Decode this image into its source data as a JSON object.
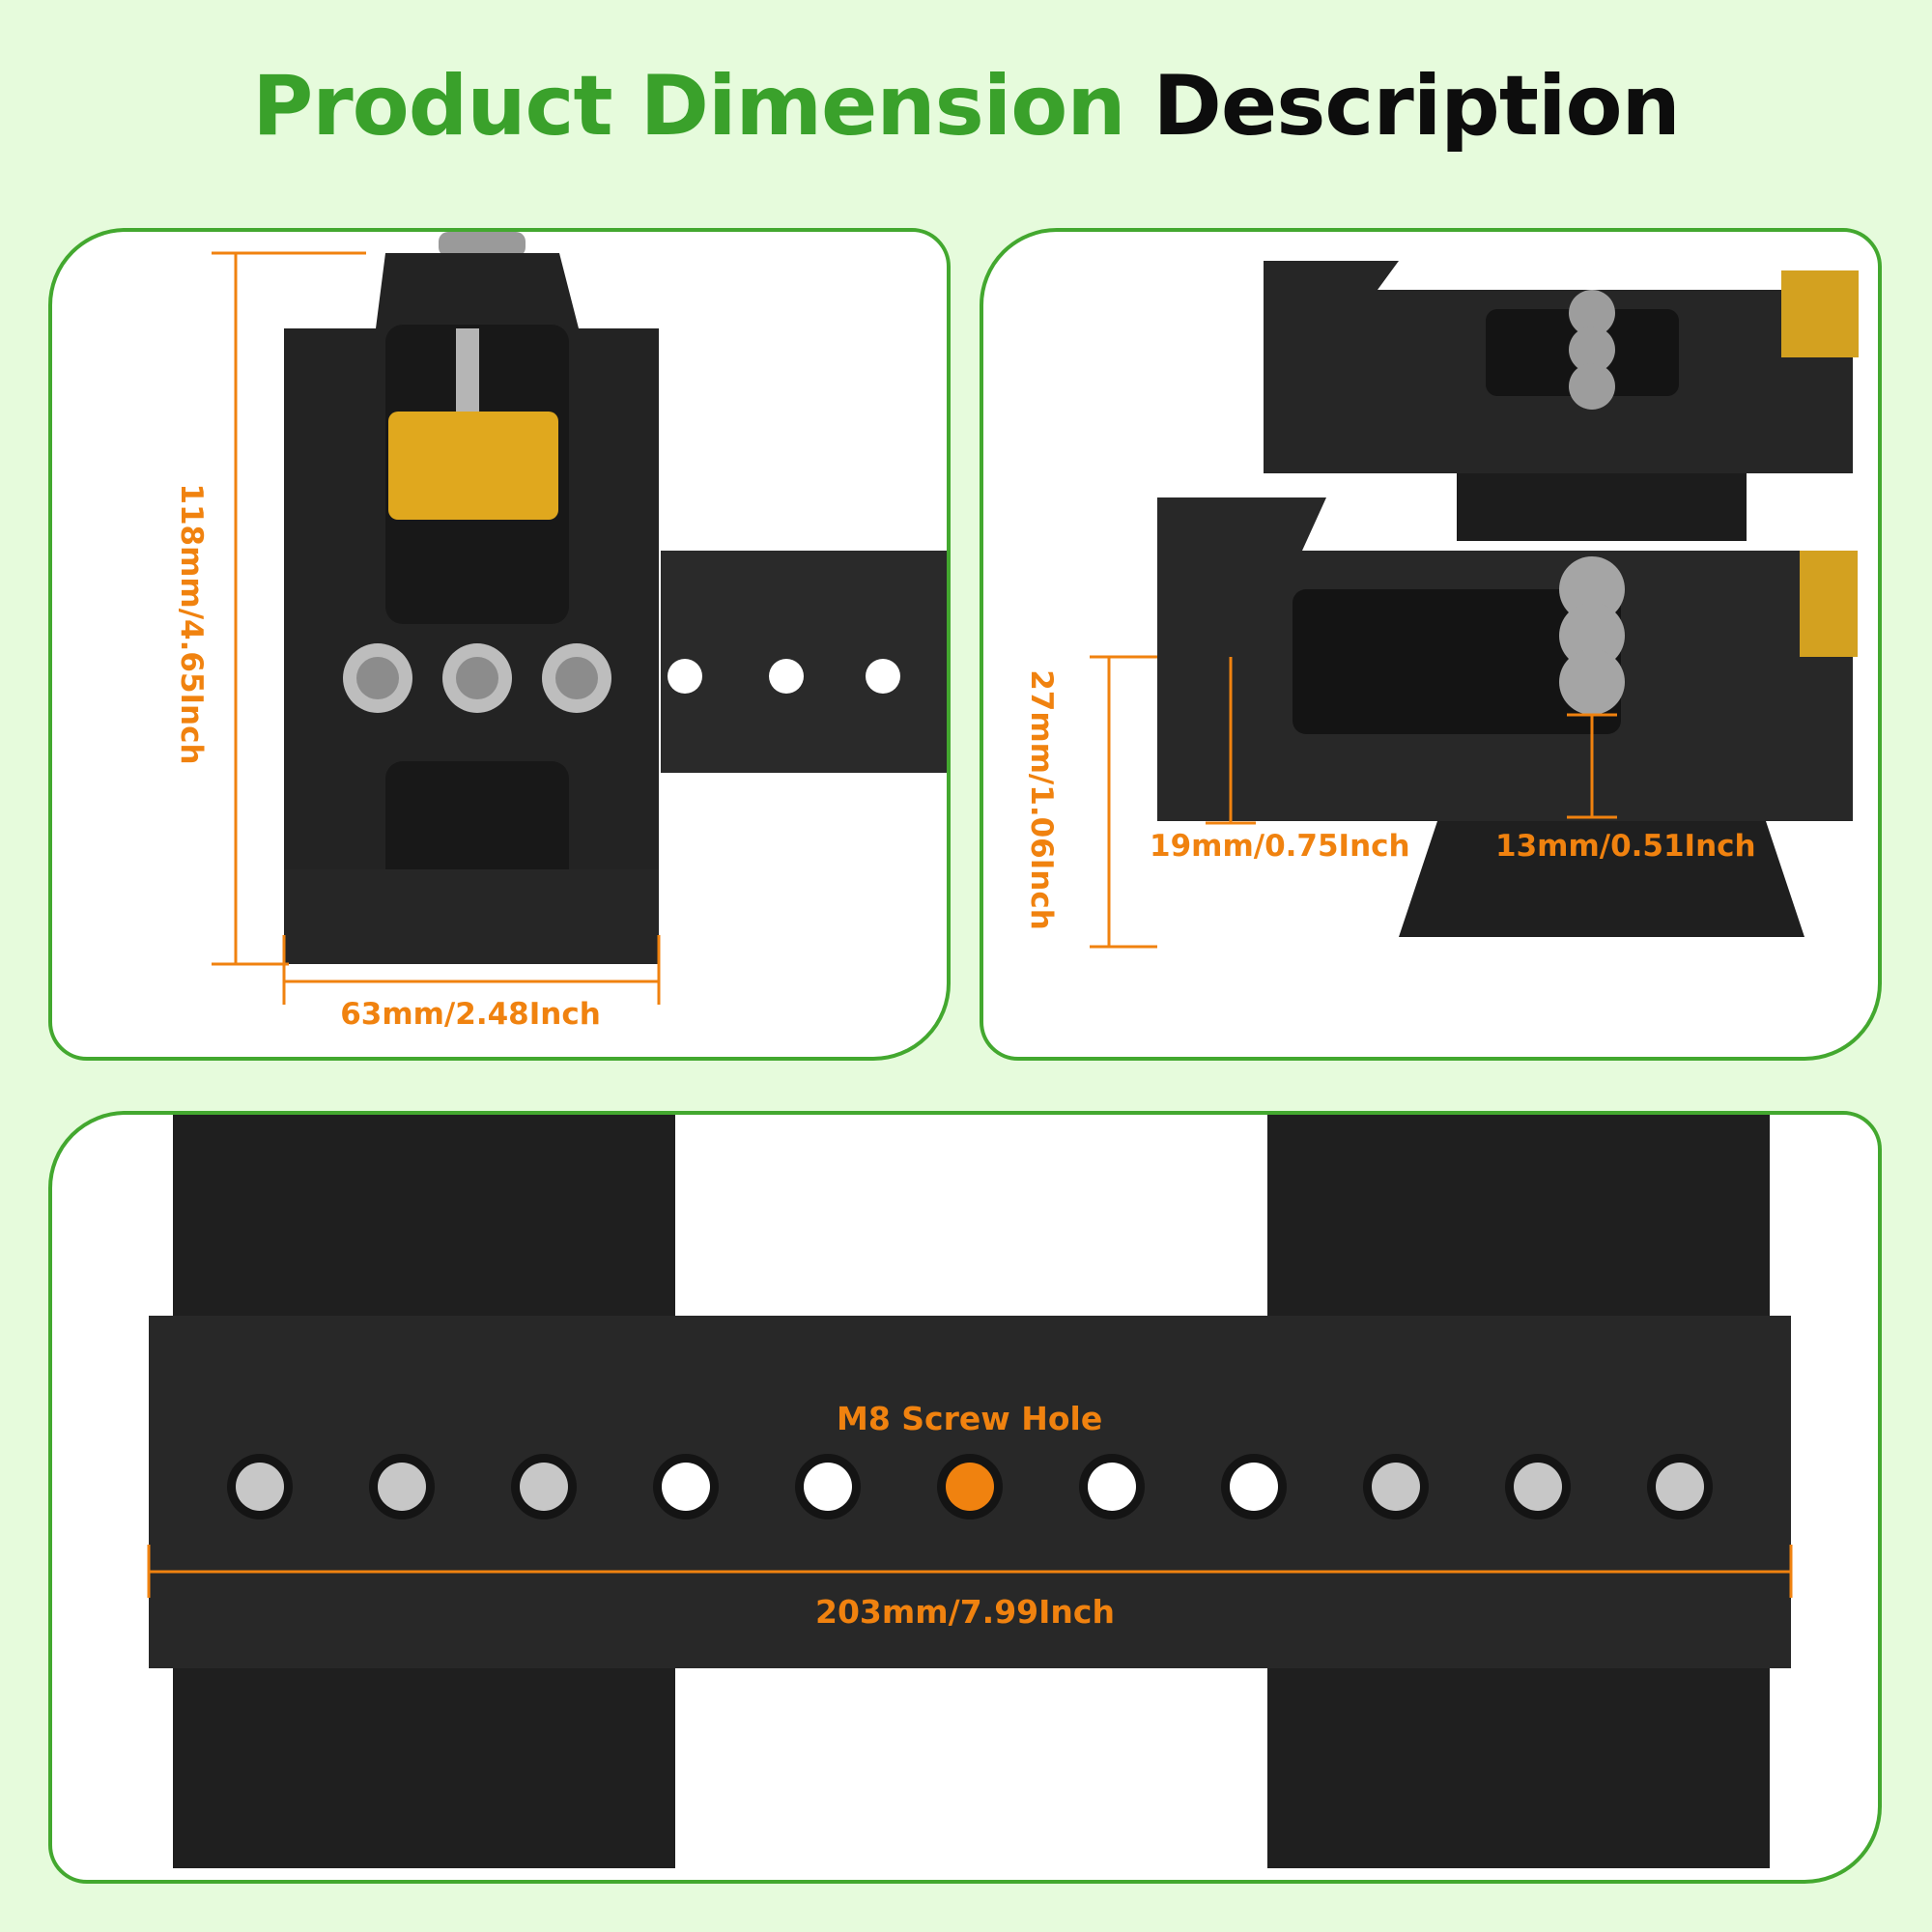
{
  "title": {
    "highlight": "Product Dimension",
    "rest": "Description"
  },
  "panel_left": {
    "height_label": "118mm/4.65Inch",
    "width_label": "63mm/2.48Inch"
  },
  "panel_right": {
    "height_label": "27mm/1.06Inch",
    "depth_label_1": "19mm/0.75Inch",
    "depth_label_2": "13mm/0.51Inch"
  },
  "panel_bottom": {
    "hole_label": "M8 Screw Hole",
    "length_label": "203mm/7.99Inch"
  },
  "colors": {
    "accent_green": "#3aa12b",
    "dimension_orange": "#f0820f",
    "background": "#e6fbdc",
    "metal": "#2b2b2b",
    "brass": "#e0a81e"
  }
}
